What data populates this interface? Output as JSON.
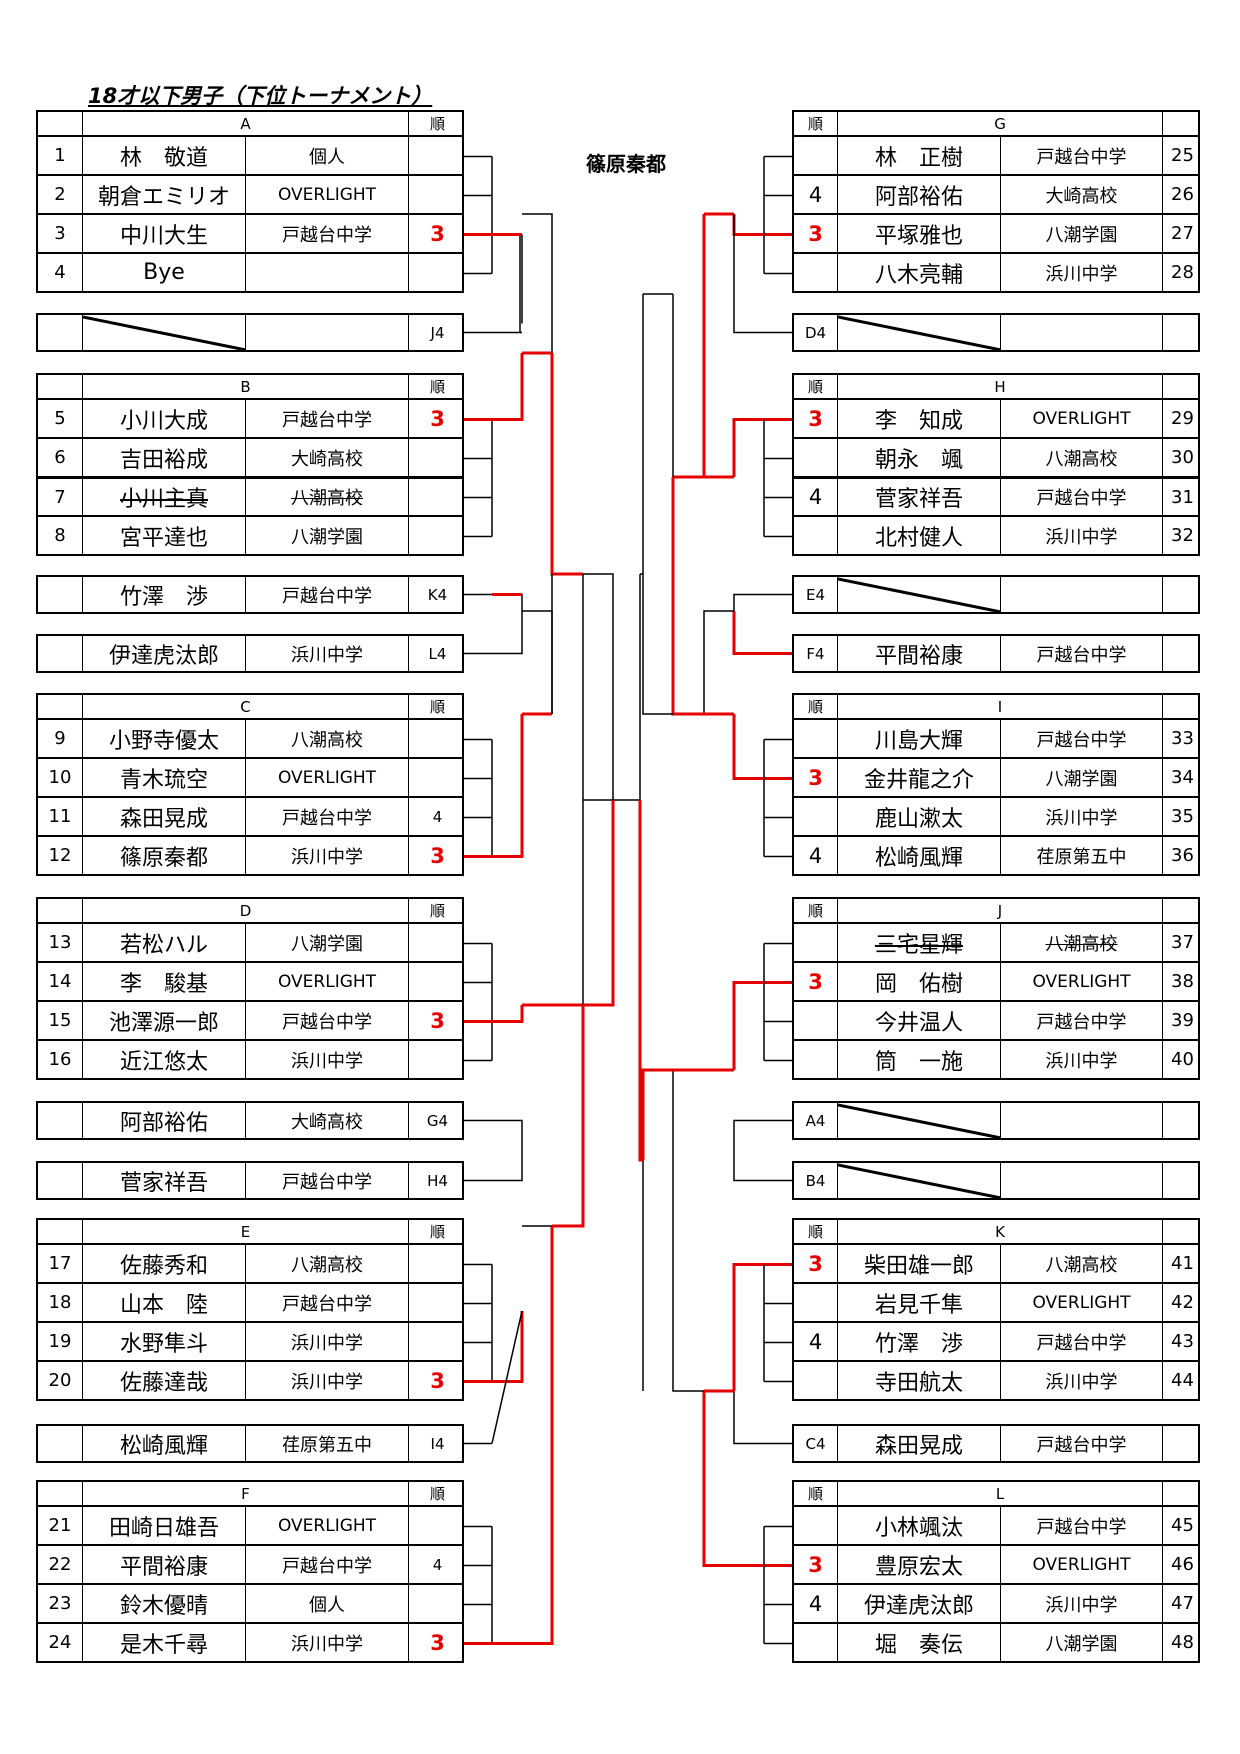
{
  "title": "18才以下男子（下位トーナメント）",
  "winner": "篠原秦都",
  "colors": {
    "advance": "#e60000",
    "line": "#000000"
  },
  "rank_header": "順",
  "left": {
    "groups": [
      {
        "id": "A",
        "players": [
          {
            "no": "1",
            "name": "林　敬道",
            "team": "個人",
            "rank": ""
          },
          {
            "no": "2",
            "name": "朝倉エミリオ",
            "team": "OVERLIGHT",
            "rank": ""
          },
          {
            "no": "3",
            "name": "中川大生",
            "team": "戸越台中学",
            "rank": "3"
          },
          {
            "no": "4",
            "name": "Bye",
            "team": "",
            "rank": ""
          }
        ]
      },
      {
        "id": "B",
        "players": [
          {
            "no": "5",
            "name": "小川大成",
            "team": "戸越台中学",
            "rank": "3"
          },
          {
            "no": "6",
            "name": "吉田裕成",
            "team": "大崎高校",
            "rank": ""
          },
          {
            "no": "7",
            "name": "小川主真",
            "team": "八潮高校",
            "rank": ""
          },
          {
            "no": "8",
            "name": "宮平達也",
            "team": "八潮学園",
            "rank": ""
          }
        ]
      },
      {
        "id": "C",
        "players": [
          {
            "no": "9",
            "name": "小野寺優太",
            "team": "八潮高校",
            "rank": ""
          },
          {
            "no": "10",
            "name": "青木琉空",
            "team": "OVERLIGHT",
            "rank": ""
          },
          {
            "no": "11",
            "name": "森田晃成",
            "team": "戸越台中学",
            "rank": "4"
          },
          {
            "no": "12",
            "name": "篠原秦都",
            "team": "浜川中学",
            "rank": "3"
          }
        ]
      },
      {
        "id": "D",
        "players": [
          {
            "no": "13",
            "name": "若松ハル",
            "team": "八潮学園",
            "rank": ""
          },
          {
            "no": "14",
            "name": "李　駿基",
            "team": "OVERLIGHT",
            "rank": ""
          },
          {
            "no": "15",
            "name": "池澤源一郎",
            "team": "戸越台中学",
            "rank": "3"
          },
          {
            "no": "16",
            "name": "近江悠太",
            "team": "浜川中学",
            "rank": ""
          }
        ]
      },
      {
        "id": "E",
        "players": [
          {
            "no": "17",
            "name": "佐藤秀和",
            "team": "八潮高校",
            "rank": ""
          },
          {
            "no": "18",
            "name": "山本　陸",
            "team": "戸越台中学",
            "rank": ""
          },
          {
            "no": "19",
            "name": "水野隼斗",
            "team": "浜川中学",
            "rank": ""
          },
          {
            "no": "20",
            "name": "佐藤達哉",
            "team": "浜川中学",
            "rank": "3"
          }
        ]
      },
      {
        "id": "F",
        "players": [
          {
            "no": "21",
            "name": "田崎日雄吾",
            "team": "OVERLIGHT",
            "rank": ""
          },
          {
            "no": "22",
            "name": "平間裕康",
            "team": "戸越台中学",
            "rank": "4"
          },
          {
            "no": "23",
            "name": "鈴木優晴",
            "team": "個人",
            "rank": ""
          },
          {
            "no": "24",
            "name": "是木千尋",
            "team": "浜川中学",
            "rank": "3"
          }
        ]
      }
    ],
    "singles": [
      {
        "name": "",
        "team": "",
        "ref": "J4",
        "empty": true
      },
      {
        "name": "竹澤　渉",
        "team": "戸越台中学",
        "ref": "K4"
      },
      {
        "name": "伊達虎汰郎",
        "team": "浜川中学",
        "ref": "L4"
      },
      {
        "name": "阿部裕佑",
        "team": "大崎高校",
        "ref": "G4"
      },
      {
        "name": "菅家祥吾",
        "team": "戸越台中学",
        "ref": "H4"
      },
      {
        "name": "松崎風輝",
        "team": "荏原第五中",
        "ref": "I4"
      }
    ]
  },
  "right": {
    "groups": [
      {
        "id": "G",
        "players": [
          {
            "no": "25",
            "name": "林　正樹",
            "team": "戸越台中学",
            "rank": ""
          },
          {
            "no": "26",
            "name": "阿部裕佑",
            "team": "大崎高校",
            "rank": "4"
          },
          {
            "no": "27",
            "name": "平塚雅也",
            "team": "八潮学園",
            "rank": "3"
          },
          {
            "no": "28",
            "name": "八木亮輔",
            "team": "浜川中学",
            "rank": ""
          }
        ]
      },
      {
        "id": "H",
        "players": [
          {
            "no": "29",
            "name": "李　知成",
            "team": "OVERLIGHT",
            "rank": "3"
          },
          {
            "no": "30",
            "name": "朝永　颯",
            "team": "八潮高校",
            "rank": ""
          },
          {
            "no": "31",
            "name": "菅家祥吾",
            "team": "戸越台中学",
            "rank": "4"
          },
          {
            "no": "32",
            "name": "北村健人",
            "team": "浜川中学",
            "rank": ""
          }
        ]
      },
      {
        "id": "I",
        "players": [
          {
            "no": "33",
            "name": "川島大輝",
            "team": "戸越台中学",
            "rank": ""
          },
          {
            "no": "34",
            "name": "金井龍之介",
            "team": "八潮学園",
            "rank": "3"
          },
          {
            "no": "35",
            "name": "鹿山漱太",
            "team": "浜川中学",
            "rank": ""
          },
          {
            "no": "36",
            "name": "松崎風輝",
            "team": "荏原第五中",
            "rank": "4"
          }
        ]
      },
      {
        "id": "J",
        "players": [
          {
            "no": "37",
            "name": "三宅星輝",
            "team": "八潮高校",
            "rank": ""
          },
          {
            "no": "38",
            "name": "岡　佑樹",
            "team": "OVERLIGHT",
            "rank": "3"
          },
          {
            "no": "39",
            "name": "今井温人",
            "team": "戸越台中学",
            "rank": ""
          },
          {
            "no": "40",
            "name": "筒　一施",
            "team": "浜川中学",
            "rank": ""
          }
        ]
      },
      {
        "id": "K",
        "players": [
          {
            "no": "41",
            "name": "柴田雄一郎",
            "team": "八潮高校",
            "rank": "3"
          },
          {
            "no": "42",
            "name": "岩見千隼",
            "team": "OVERLIGHT",
            "rank": ""
          },
          {
            "no": "43",
            "name": "竹澤　渉",
            "team": "戸越台中学",
            "rank": "4"
          },
          {
            "no": "44",
            "name": "寺田航太",
            "team": "浜川中学",
            "rank": ""
          }
        ]
      },
      {
        "id": "L",
        "players": [
          {
            "no": "45",
            "name": "小林颯汰",
            "team": "戸越台中学",
            "rank": ""
          },
          {
            "no": "46",
            "name": "豊原宏太",
            "team": "OVERLIGHT",
            "rank": "3"
          },
          {
            "no": "47",
            "name": "伊達虎汰郎",
            "team": "浜川中学",
            "rank": "4"
          },
          {
            "no": "48",
            "name": "堀　奏伝",
            "team": "八潮学園",
            "rank": ""
          }
        ]
      }
    ],
    "singles": [
      {
        "name": "",
        "team": "",
        "ref": "D4",
        "empty": true
      },
      {
        "name": "",
        "team": "",
        "ref": "E4",
        "empty": true
      },
      {
        "name": "平間裕康",
        "team": "戸越台中学",
        "ref": "F4"
      },
      {
        "name": "",
        "team": "",
        "ref": "A4",
        "empty": true
      },
      {
        "name": "",
        "team": "",
        "ref": "B4",
        "empty": true
      },
      {
        "name": "森田晃成",
        "team": "戸越台中学",
        "ref": "C4"
      }
    ]
  }
}
